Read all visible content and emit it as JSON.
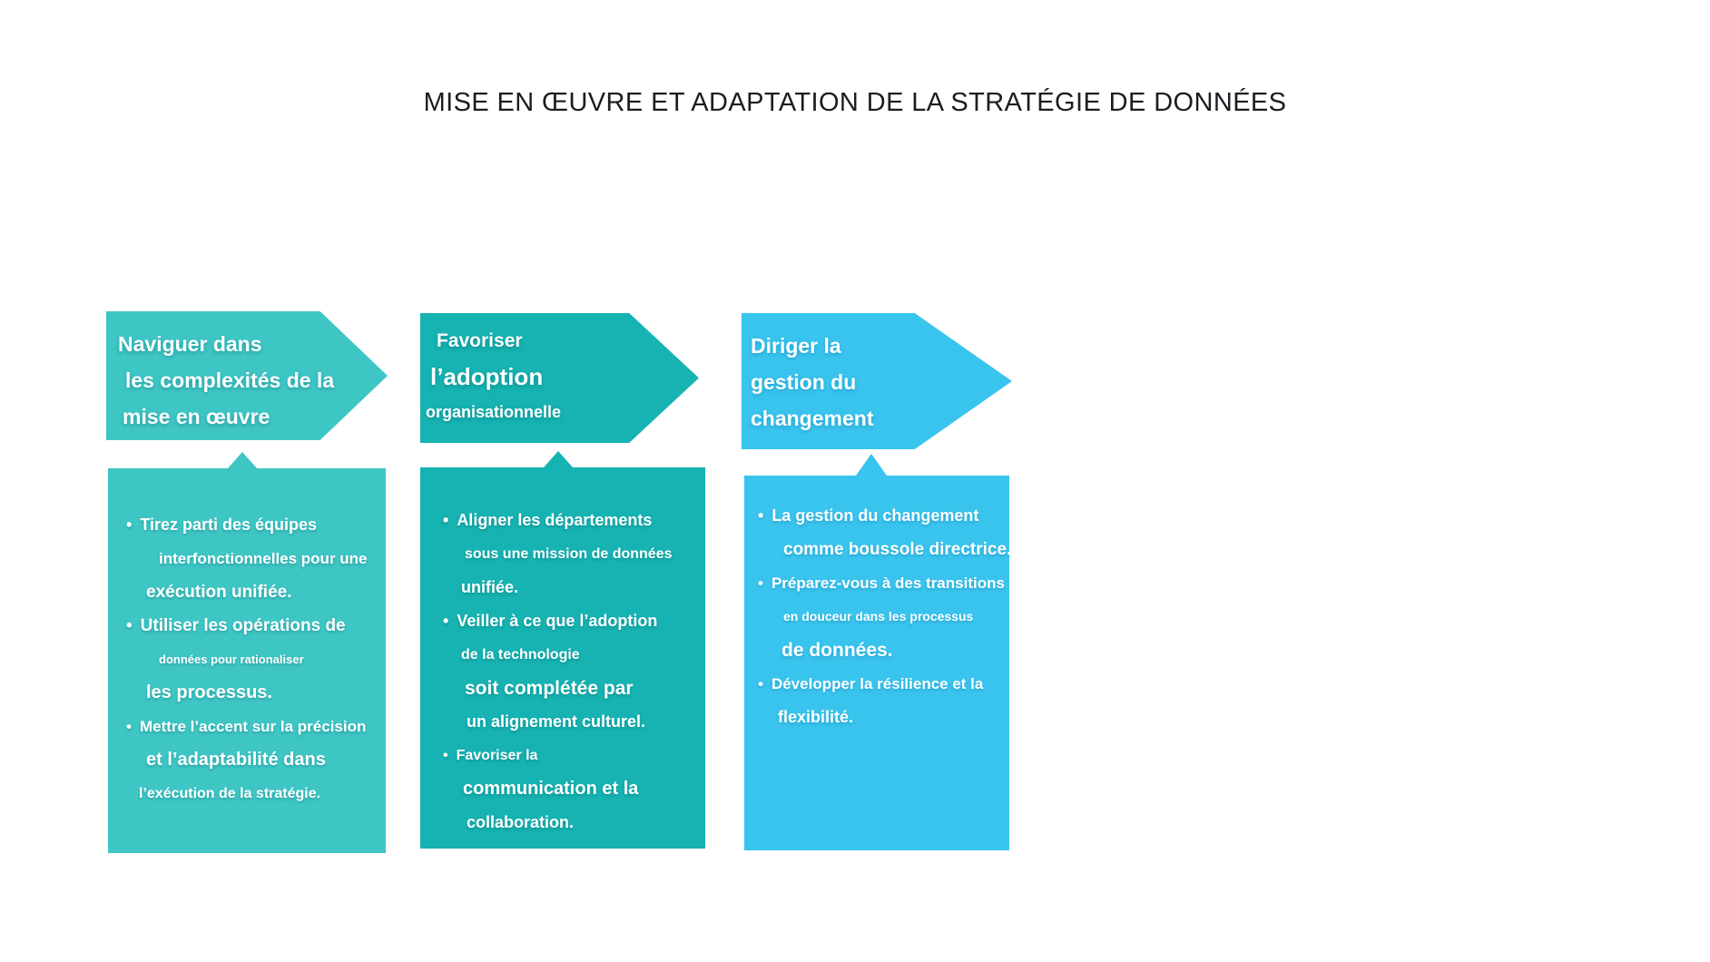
{
  "title": "MISE EN ŒUVRE ET ADAPTATION DE LA STRATÉGIE DE DONNÉES",
  "ui": {
    "bullet_char": "•"
  },
  "colors": {
    "background": "#ffffff",
    "title_text": "#1c1c22",
    "column1": "#3ec6c5",
    "column2": "#16b3b2",
    "column3": "#39c4ee",
    "box_text": "#ffffff"
  },
  "columns": [
    {
      "name": "implementation",
      "header": {
        "line1": "Naviguer dans",
        "line2": "les complexités de la",
        "line3": "mise en œuvre"
      },
      "bullets": [
        {
          "l1": "Tirez parti des équipes",
          "l2": "interfonctionnelles pour une",
          "l3": "exécution unifiée."
        },
        {
          "l1": "Utiliser les opérations de",
          "l2": "données pour rationaliser",
          "l3": "les processus."
        },
        {
          "l1": "Mettre l’accent sur la précision",
          "l2": "et l’adaptabilité dans",
          "l3": "l’exécution de la stratégie."
        }
      ]
    },
    {
      "name": "adoption",
      "header": {
        "line1": "Favoriser",
        "line2": "l’adoption",
        "line3": "organisationnelle"
      },
      "bullets": [
        {
          "l1": "Aligner les départements",
          "l2": "sous une mission de données",
          "l3": "unifiée."
        },
        {
          "l1": "Veiller à ce que l’adoption",
          "l2": "de la technologie",
          "l3": "soit complétée par",
          "l4": "un alignement culturel."
        },
        {
          "l1": "Favoriser la",
          "l2": "communication et la",
          "l3": "collaboration."
        }
      ]
    },
    {
      "name": "changement",
      "header": {
        "line1": "Diriger la",
        "line2": "gestion du",
        "line3": "changement"
      },
      "bullets": [
        {
          "l1": "La gestion du changement",
          "l2": "comme boussole directrice."
        },
        {
          "l1": "Préparez-vous à des transitions",
          "l2": "en douceur dans les processus",
          "l3": "de données."
        },
        {
          "l1": "Développer la résilience et la",
          "l2": "flexibilité."
        }
      ]
    }
  ]
}
